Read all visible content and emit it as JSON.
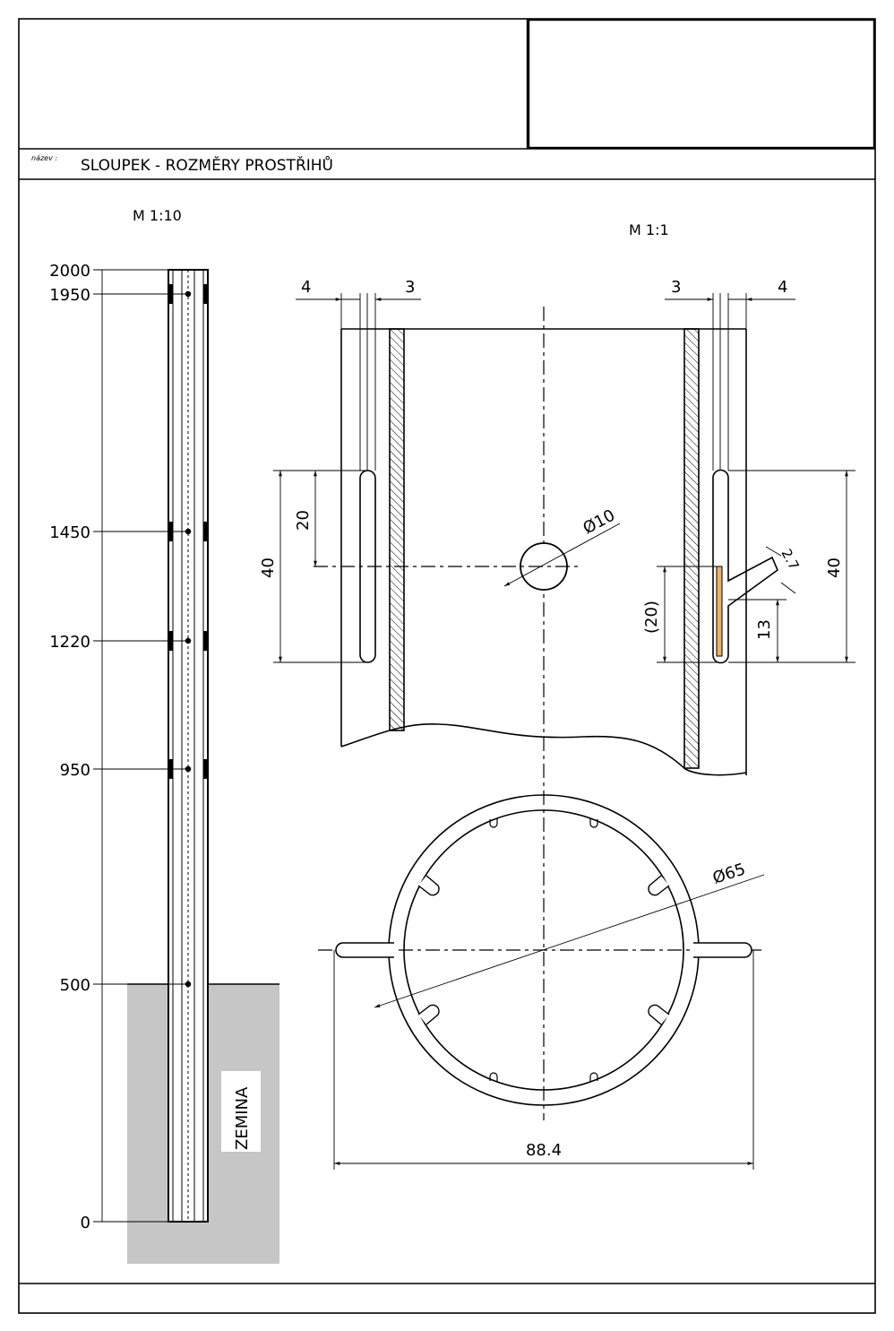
{
  "title_block": {
    "name_label": "název :",
    "name_value": "SLOUPEK - ROZMĚRY PROSTŘIHŮ"
  },
  "left_view": {
    "scale": "M 1:10",
    "levels": [
      "2000",
      "1950",
      "1450",
      "1220",
      "950",
      "500",
      "0"
    ],
    "ground_label": "ZEMINA"
  },
  "detail_view": {
    "scale": "M 1:1",
    "left_wall": {
      "dim_outer": "4",
      "dim_inner": "3",
      "slot_half": "20",
      "slot_length": "40"
    },
    "right_wall": {
      "dim_inner": "3",
      "dim_outer": "4",
      "slot_length": "40",
      "lower_part": "(20)",
      "bottom_offset": "13",
      "tab_width": "2.7"
    },
    "hole_diameter": "Ø10"
  },
  "section_view": {
    "diameter": "Ø65",
    "overall_width": "88.4"
  },
  "colors": {
    "line": "#000000",
    "ground": "#c6c6c6",
    "highlight": "#e8b46a"
  }
}
